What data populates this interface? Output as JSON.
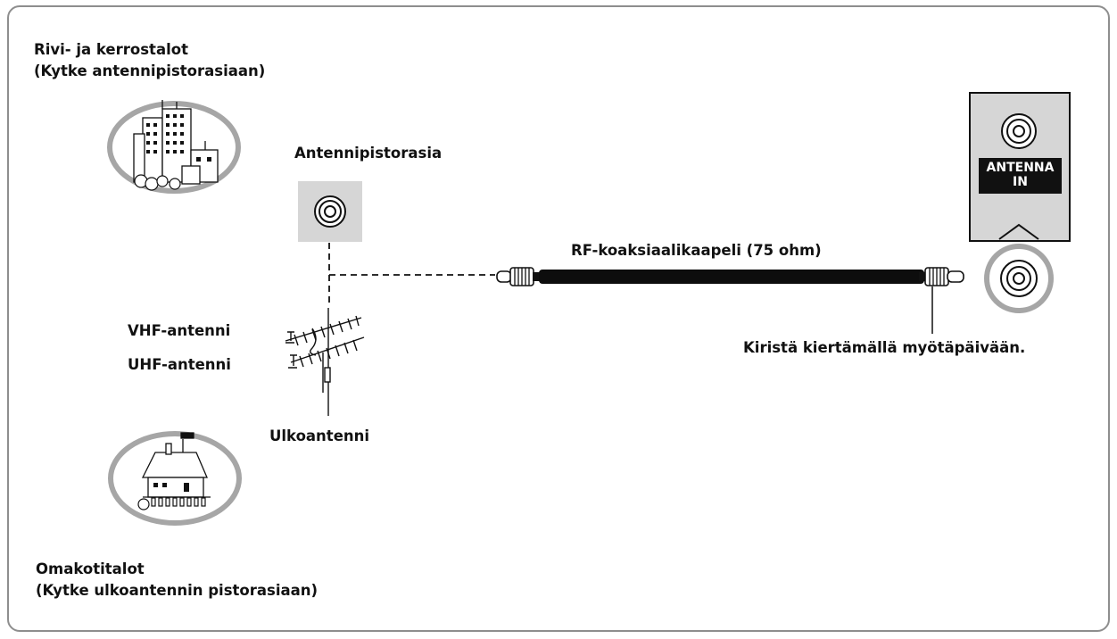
{
  "labels": {
    "apartment_title": "Rivi- ja kerrostalot",
    "apartment_sub": "(Kytke antennipistorasiaan)",
    "wall_socket": "Antennipistorasia",
    "cable": "RF-koaksiaalikaapeli (75 ohm)",
    "vhf": "VHF-antenni",
    "uhf": "UHF-antenni",
    "outdoor_antenna": "Ulkoantenni",
    "tighten": "Kiristä kiertämällä myötäpäivään.",
    "house_title": "Omakotitalot",
    "house_sub": "(Kytke ulkoantennin pistorasiaan)",
    "panel_line1": "ANTENNA",
    "panel_line2": "IN"
  }
}
